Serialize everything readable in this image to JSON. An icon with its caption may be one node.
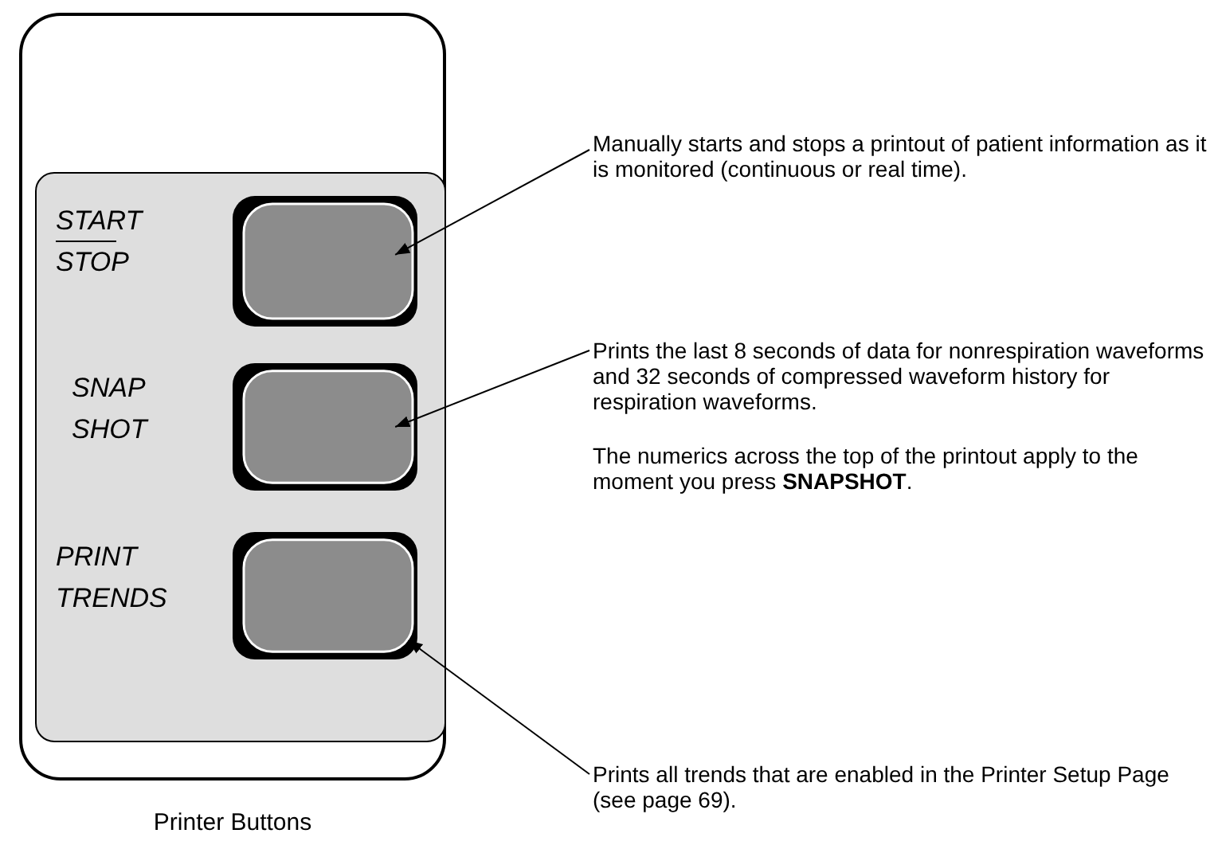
{
  "diagram": {
    "caption": "Printer Buttons",
    "nodes": [
      {
        "text": [],
        "shape": "box"
      },
      {
        "text": [],
        "shape": "box",
        "in": 0
      },
      {
        "text": [],
        "shape": "box",
        "in": 1,
        "beside": [
          "START STOP"
        ]
      },
      {
        "text": [],
        "shape": "box",
        "in": 1,
        "beside": [
          "SNAP SHOT"
        ]
      },
      {
        "text": [],
        "shape": "box",
        "in": 1,
        "beside": [
          "PRINT TRENDS"
        ]
      },
      {
        "text": [
          "Manually starts and stops a printout of patient information as it is monitored (continuous or real time)."
        ]
      },
      {
        "text": [
          "Prints the last 8 seconds of data for nonrespiration waveforms and 32 seconds of compressed waveform history for respiration waveforms.",
          "The numerics across the top of the printout apply to the moment you press **SNAPSHOT**."
        ]
      },
      {
        "text": [
          "Prints all trends that are enabled in the Printer Setup Page (see page 69)."
        ]
      }
    ],
    "edges": [
      {
        "from": 5,
        "to": 2,
        "arrow": "to"
      },
      {
        "from": 6,
        "to": 3,
        "arrow": "to"
      },
      {
        "from": 7,
        "to": 4,
        "arrow": "to"
      }
    ]
  }
}
